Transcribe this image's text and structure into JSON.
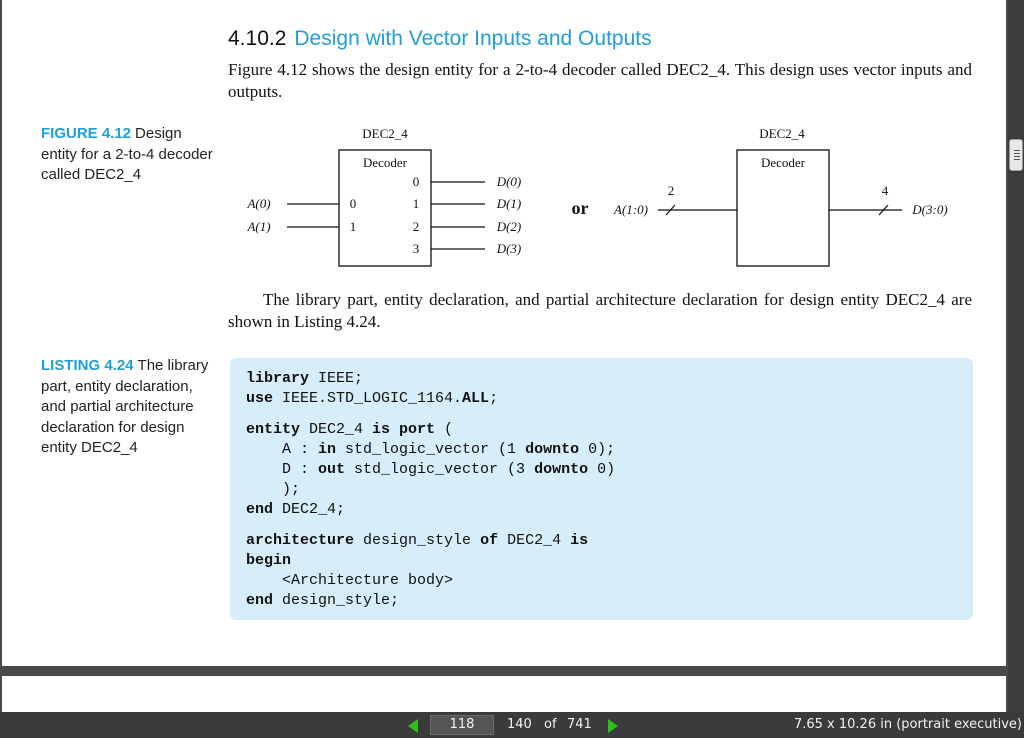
{
  "section": {
    "number": "4.10.2",
    "title": "Design with Vector Inputs and Outputs",
    "intro": "Figure 4.12 shows the design entity for a 2-to-4 decoder called DEC2_4. This design uses vector inputs and outputs."
  },
  "figure": {
    "label": "FIGURE 4.12",
    "caption": "Design entity for a 2-to-4 decoder called DEC2_4",
    "left": {
      "title": "DEC2_4",
      "box_label": "Decoder",
      "inputs": [
        "A(0)",
        "A(1)"
      ],
      "input_pins": [
        "0",
        "1"
      ],
      "output_pins": [
        "0",
        "1",
        "2",
        "3"
      ],
      "outputs": [
        "D(0)",
        "D(1)",
        "D(2)",
        "D(3)"
      ]
    },
    "separator": "or",
    "right": {
      "title": "DEC2_4",
      "box_label": "Decoder",
      "input": "A(1:0)",
      "input_width": "2",
      "output": "D(3:0)",
      "output_width": "4"
    }
  },
  "paragraph2": "The library part, entity declaration, and partial architecture declaration for design entity DEC2_4 are shown in Listing 4.24.",
  "listing": {
    "label": "LISTING 4.24",
    "caption": "The library part, entity declaration, and partial architecture declaration for design entity DEC2_4",
    "code": {
      "l1_kw": "library",
      "l1_rest": " IEEE;",
      "l2_kw": "use",
      "l2_mid": " IEEE.STD_LOGIC_1164.",
      "l2_kw2": "ALL",
      "l2_end": ";",
      "l3_kw": "entity",
      "l3_mid": " DEC2_4 ",
      "l3_kw2": "is port",
      "l3_end": " (",
      "l4_pre": "    A : ",
      "l4_kw": "in",
      "l4_mid": " std_logic_vector (1 ",
      "l4_kw2": "downto",
      "l4_end": " 0);",
      "l5_pre": "    D : ",
      "l5_kw": "out",
      "l5_mid": " std_logic_vector (3 ",
      "l5_kw2": "downto",
      "l5_end": " 0)",
      "l6": "    );",
      "l7_kw": "end",
      "l7_rest": " DEC2_4;",
      "l8_kw": "architecture",
      "l8_mid": " design_style ",
      "l8_kw2": "of",
      "l8_mid2": " DEC2_4 ",
      "l8_kw3": "is",
      "l9_kw": "begin",
      "l10": "    <Architecture body>",
      "l11_kw": "end",
      "l11_rest": " design_style;"
    }
  },
  "status": {
    "current_page": "118",
    "printed_page": "140",
    "of_label": "of",
    "total_pages": "741",
    "page_size": "7.65 x 10.26 in (portrait executive)"
  },
  "icons": {
    "prev": "prev-page-arrow",
    "next": "next-page-arrow",
    "scroll": "scroll-thumb-grip"
  },
  "colors": {
    "heading_accent": "#1f9ed8",
    "code_background": "#d6eef9",
    "nav_arrow": "#2ec01a"
  }
}
